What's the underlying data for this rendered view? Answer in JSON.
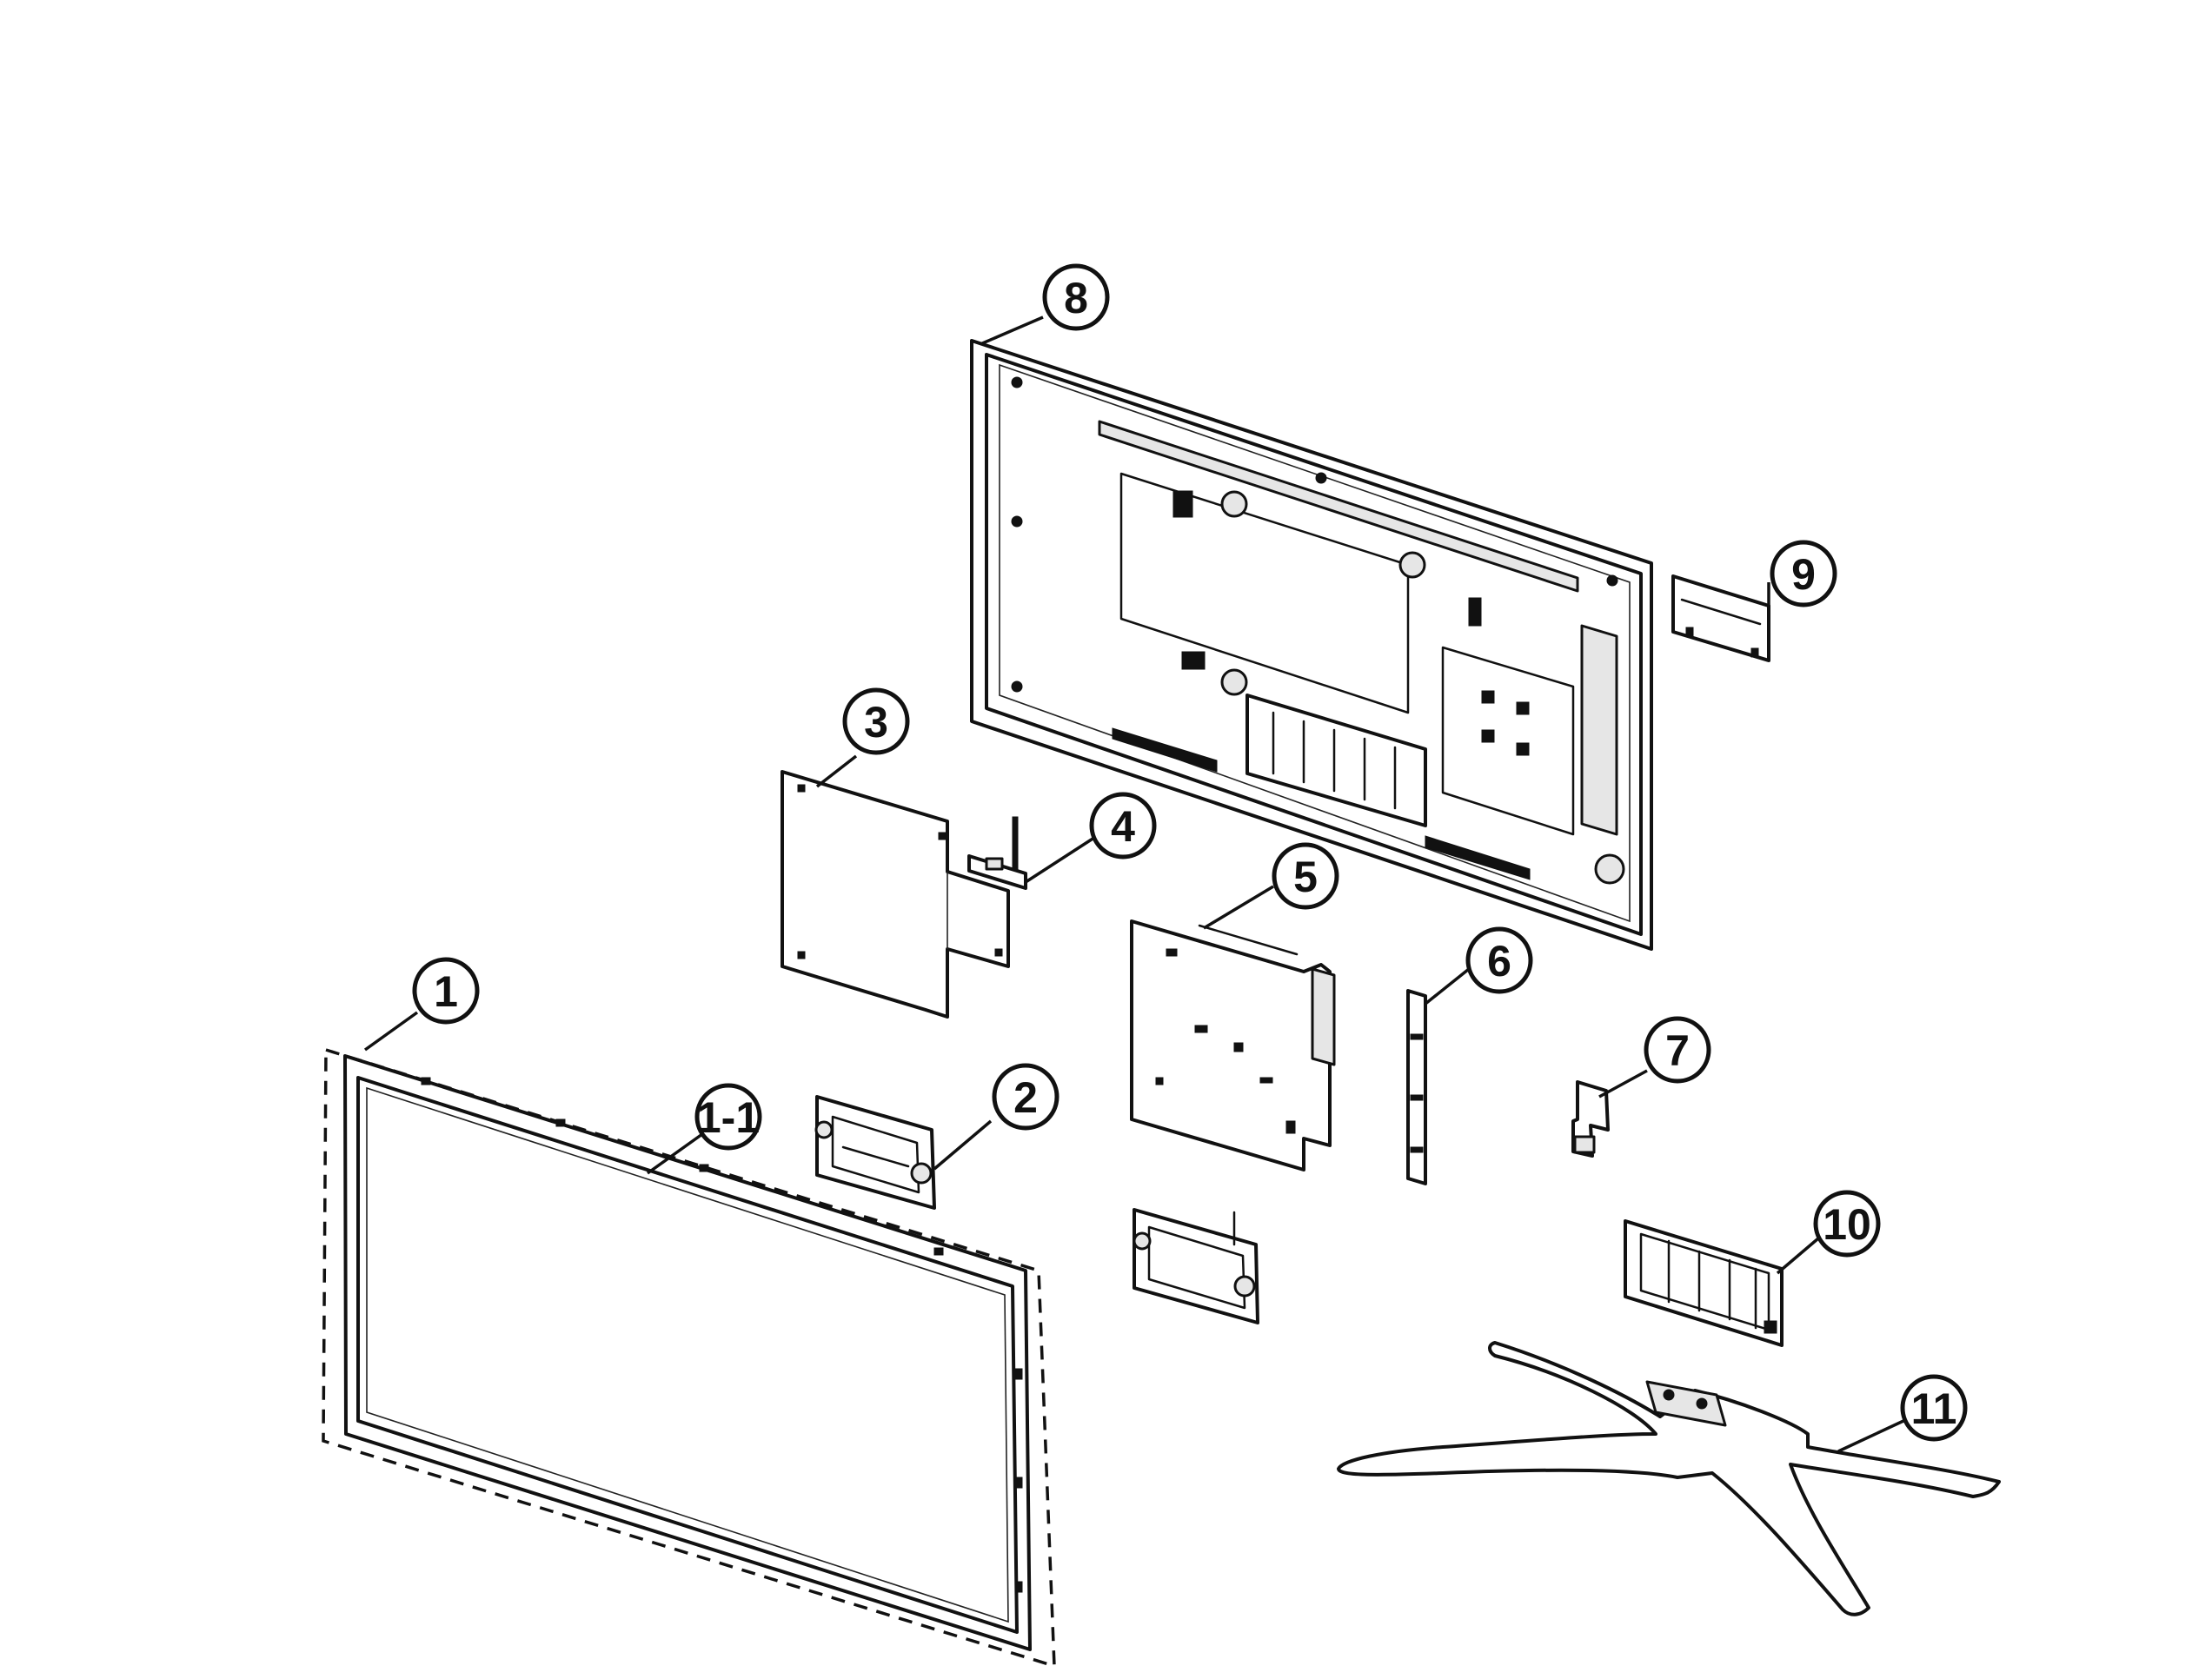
{
  "callouts": [
    {
      "id": "1",
      "label": "1"
    },
    {
      "id": "1-1",
      "label": "1-1"
    },
    {
      "id": "2",
      "label": "2"
    },
    {
      "id": "3",
      "label": "3"
    },
    {
      "id": "4",
      "label": "4"
    },
    {
      "id": "5",
      "label": "5"
    },
    {
      "id": "6",
      "label": "6"
    },
    {
      "id": "7",
      "label": "7"
    },
    {
      "id": "8",
      "label": "8"
    },
    {
      "id": "9",
      "label": "9"
    },
    {
      "id": "10",
      "label": "10"
    },
    {
      "id": "11",
      "label": "11"
    }
  ],
  "colors": {
    "line": "#111111",
    "background": "#ffffff",
    "shade": "#e6e6e6"
  }
}
